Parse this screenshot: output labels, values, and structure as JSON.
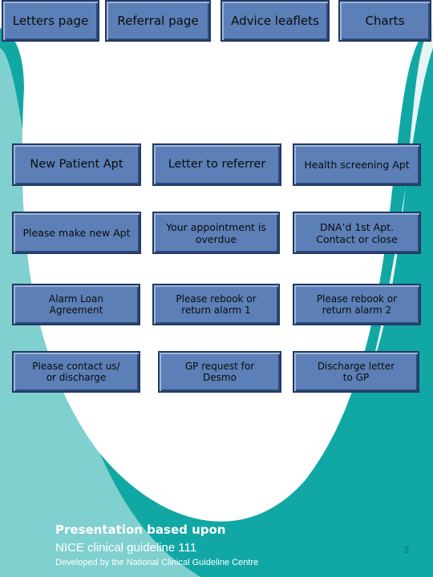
{
  "top_nav": {
    "letters": "Letters page",
    "referral": "Referral page",
    "advice": "Advice leaflets",
    "charts": "Charts"
  },
  "grid": {
    "r1c1": "New Patient Apt",
    "r1c2": "Letter to referrer",
    "r1c3": "Health screening Apt",
    "r2c1": "Please make new Apt",
    "r2c2_line1": "Your appointment is",
    "r2c2_line2": "overdue",
    "r2c3_line1": "DNA’d 1st Apt.",
    "r2c3_line2": "Contact or close",
    "r3c1_line1": "Alarm Loan",
    "r3c1_line2": "Agreement",
    "r3c2_line1": "Please rebook or",
    "r3c2_line2": "return alarm 1",
    "r3c3_line1": "Please rebook or",
    "r3c3_line2": "return alarm 2",
    "r4c1_line1": "Please contact us/",
    "r4c1_line2": "or discharge",
    "r4c2_line1": "GP request for",
    "r4c2_line2": "Desmo",
    "r4c3_line1": "Discharge letter",
    "r4c3_line2": "to GP"
  },
  "footer": {
    "line1": "Presentation based upon",
    "line2": "NICE clinical guideline 111",
    "line3": "Developed by the National Clinical Guideline Centre",
    "page_number": "3"
  },
  "colors": {
    "background_teal": "#11a7a4",
    "button_blue": "#5b7fb6",
    "white_swoosh": "#ffffff"
  }
}
